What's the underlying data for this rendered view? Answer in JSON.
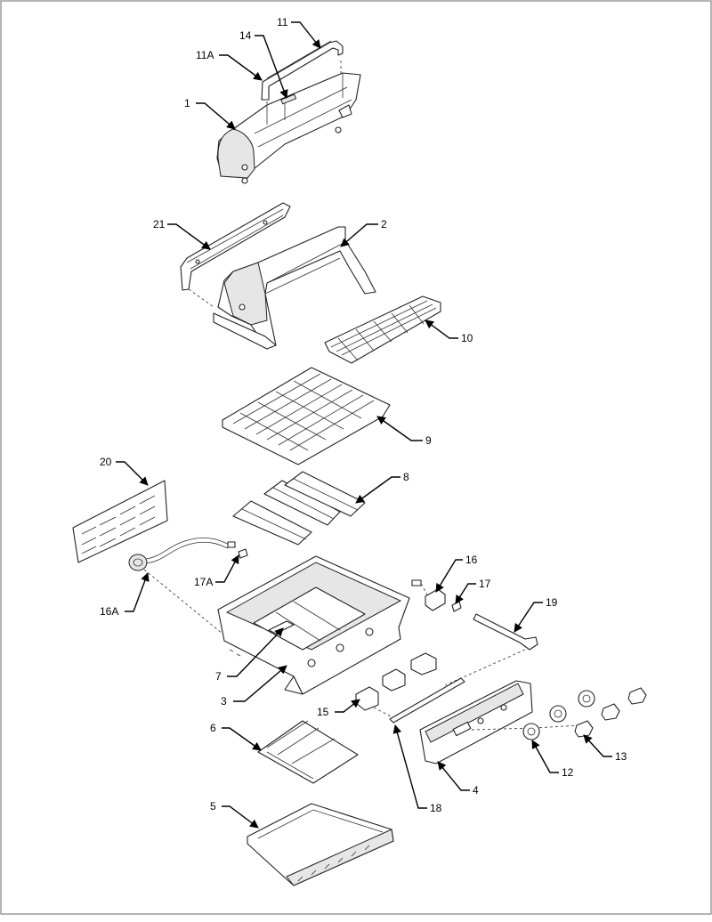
{
  "callouts": [
    {
      "id": "c1",
      "text": "1"
    },
    {
      "id": "c2",
      "text": "2"
    },
    {
      "id": "c3",
      "text": "3"
    },
    {
      "id": "c4",
      "text": "4"
    },
    {
      "id": "c5",
      "text": "5"
    },
    {
      "id": "c6",
      "text": "6"
    },
    {
      "id": "c7",
      "text": "7"
    },
    {
      "id": "c8",
      "text": "8"
    },
    {
      "id": "c9",
      "text": "9"
    },
    {
      "id": "c10",
      "text": "10"
    },
    {
      "id": "c11",
      "text": "11"
    },
    {
      "id": "c11A",
      "text": "11A"
    },
    {
      "id": "c12",
      "text": "12"
    },
    {
      "id": "c13",
      "text": "13"
    },
    {
      "id": "c14",
      "text": "14"
    },
    {
      "id": "c15",
      "text": "15"
    },
    {
      "id": "c16",
      "text": "16"
    },
    {
      "id": "c16A",
      "text": "16A"
    },
    {
      "id": "c17",
      "text": "17"
    },
    {
      "id": "c17A",
      "text": "17A"
    },
    {
      "id": "c18",
      "text": "18"
    },
    {
      "id": "c19",
      "text": "19"
    },
    {
      "id": "c20",
      "text": "20"
    },
    {
      "id": "c21",
      "text": "21"
    }
  ]
}
